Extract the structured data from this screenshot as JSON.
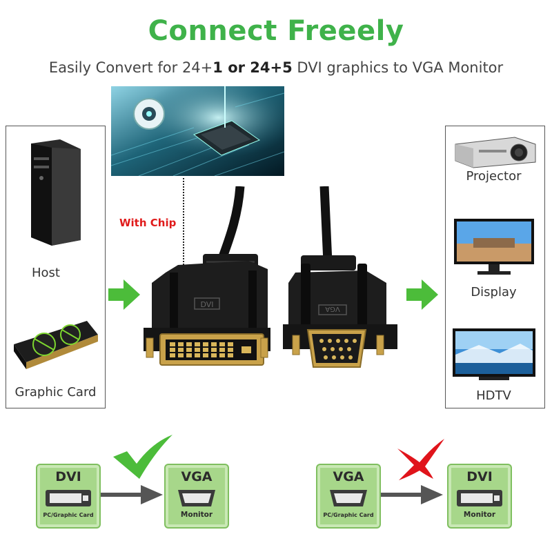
{
  "header": {
    "title": "Connect Freeely",
    "subtitle_pre": "Easily Convert for 24+",
    "subtitle_bold": "1 or 24+5",
    "subtitle_post": " DVI graphics to VGA Monitor"
  },
  "left_panel": {
    "items": [
      {
        "label": "Host",
        "icon": "pc-tower-icon"
      },
      {
        "label": "Graphic Card",
        "icon": "graphics-card-icon"
      }
    ]
  },
  "right_panel": {
    "items": [
      {
        "label": "Projector",
        "icon": "projector-icon"
      },
      {
        "label": "Display",
        "icon": "monitor-icon"
      },
      {
        "label": "HDTV",
        "icon": "tv-icon"
      }
    ]
  },
  "center": {
    "chip_label": "With Chip",
    "dvi_plug_text": "DVI",
    "vga_plug_text": "VGA"
  },
  "bottom": {
    "valid": {
      "from_title": "DVI",
      "from_sub": "PC/Graphic Card",
      "to_title": "VGA",
      "to_sub": "Monitor",
      "mark": "check-mark-icon"
    },
    "invalid": {
      "from_title": "VGA",
      "from_sub": "PC/Graphic Card",
      "to_title": "DVI",
      "to_sub": "Monitor",
      "mark": "cross-mark-icon"
    }
  },
  "colors": {
    "title_green": "#3fb24a",
    "arrow_green": "#4cbc3a",
    "badge_green": "#a7d78a",
    "chip_red": "#e01b1b",
    "cross_red": "#e0141b",
    "gold": "#c9a24a"
  }
}
